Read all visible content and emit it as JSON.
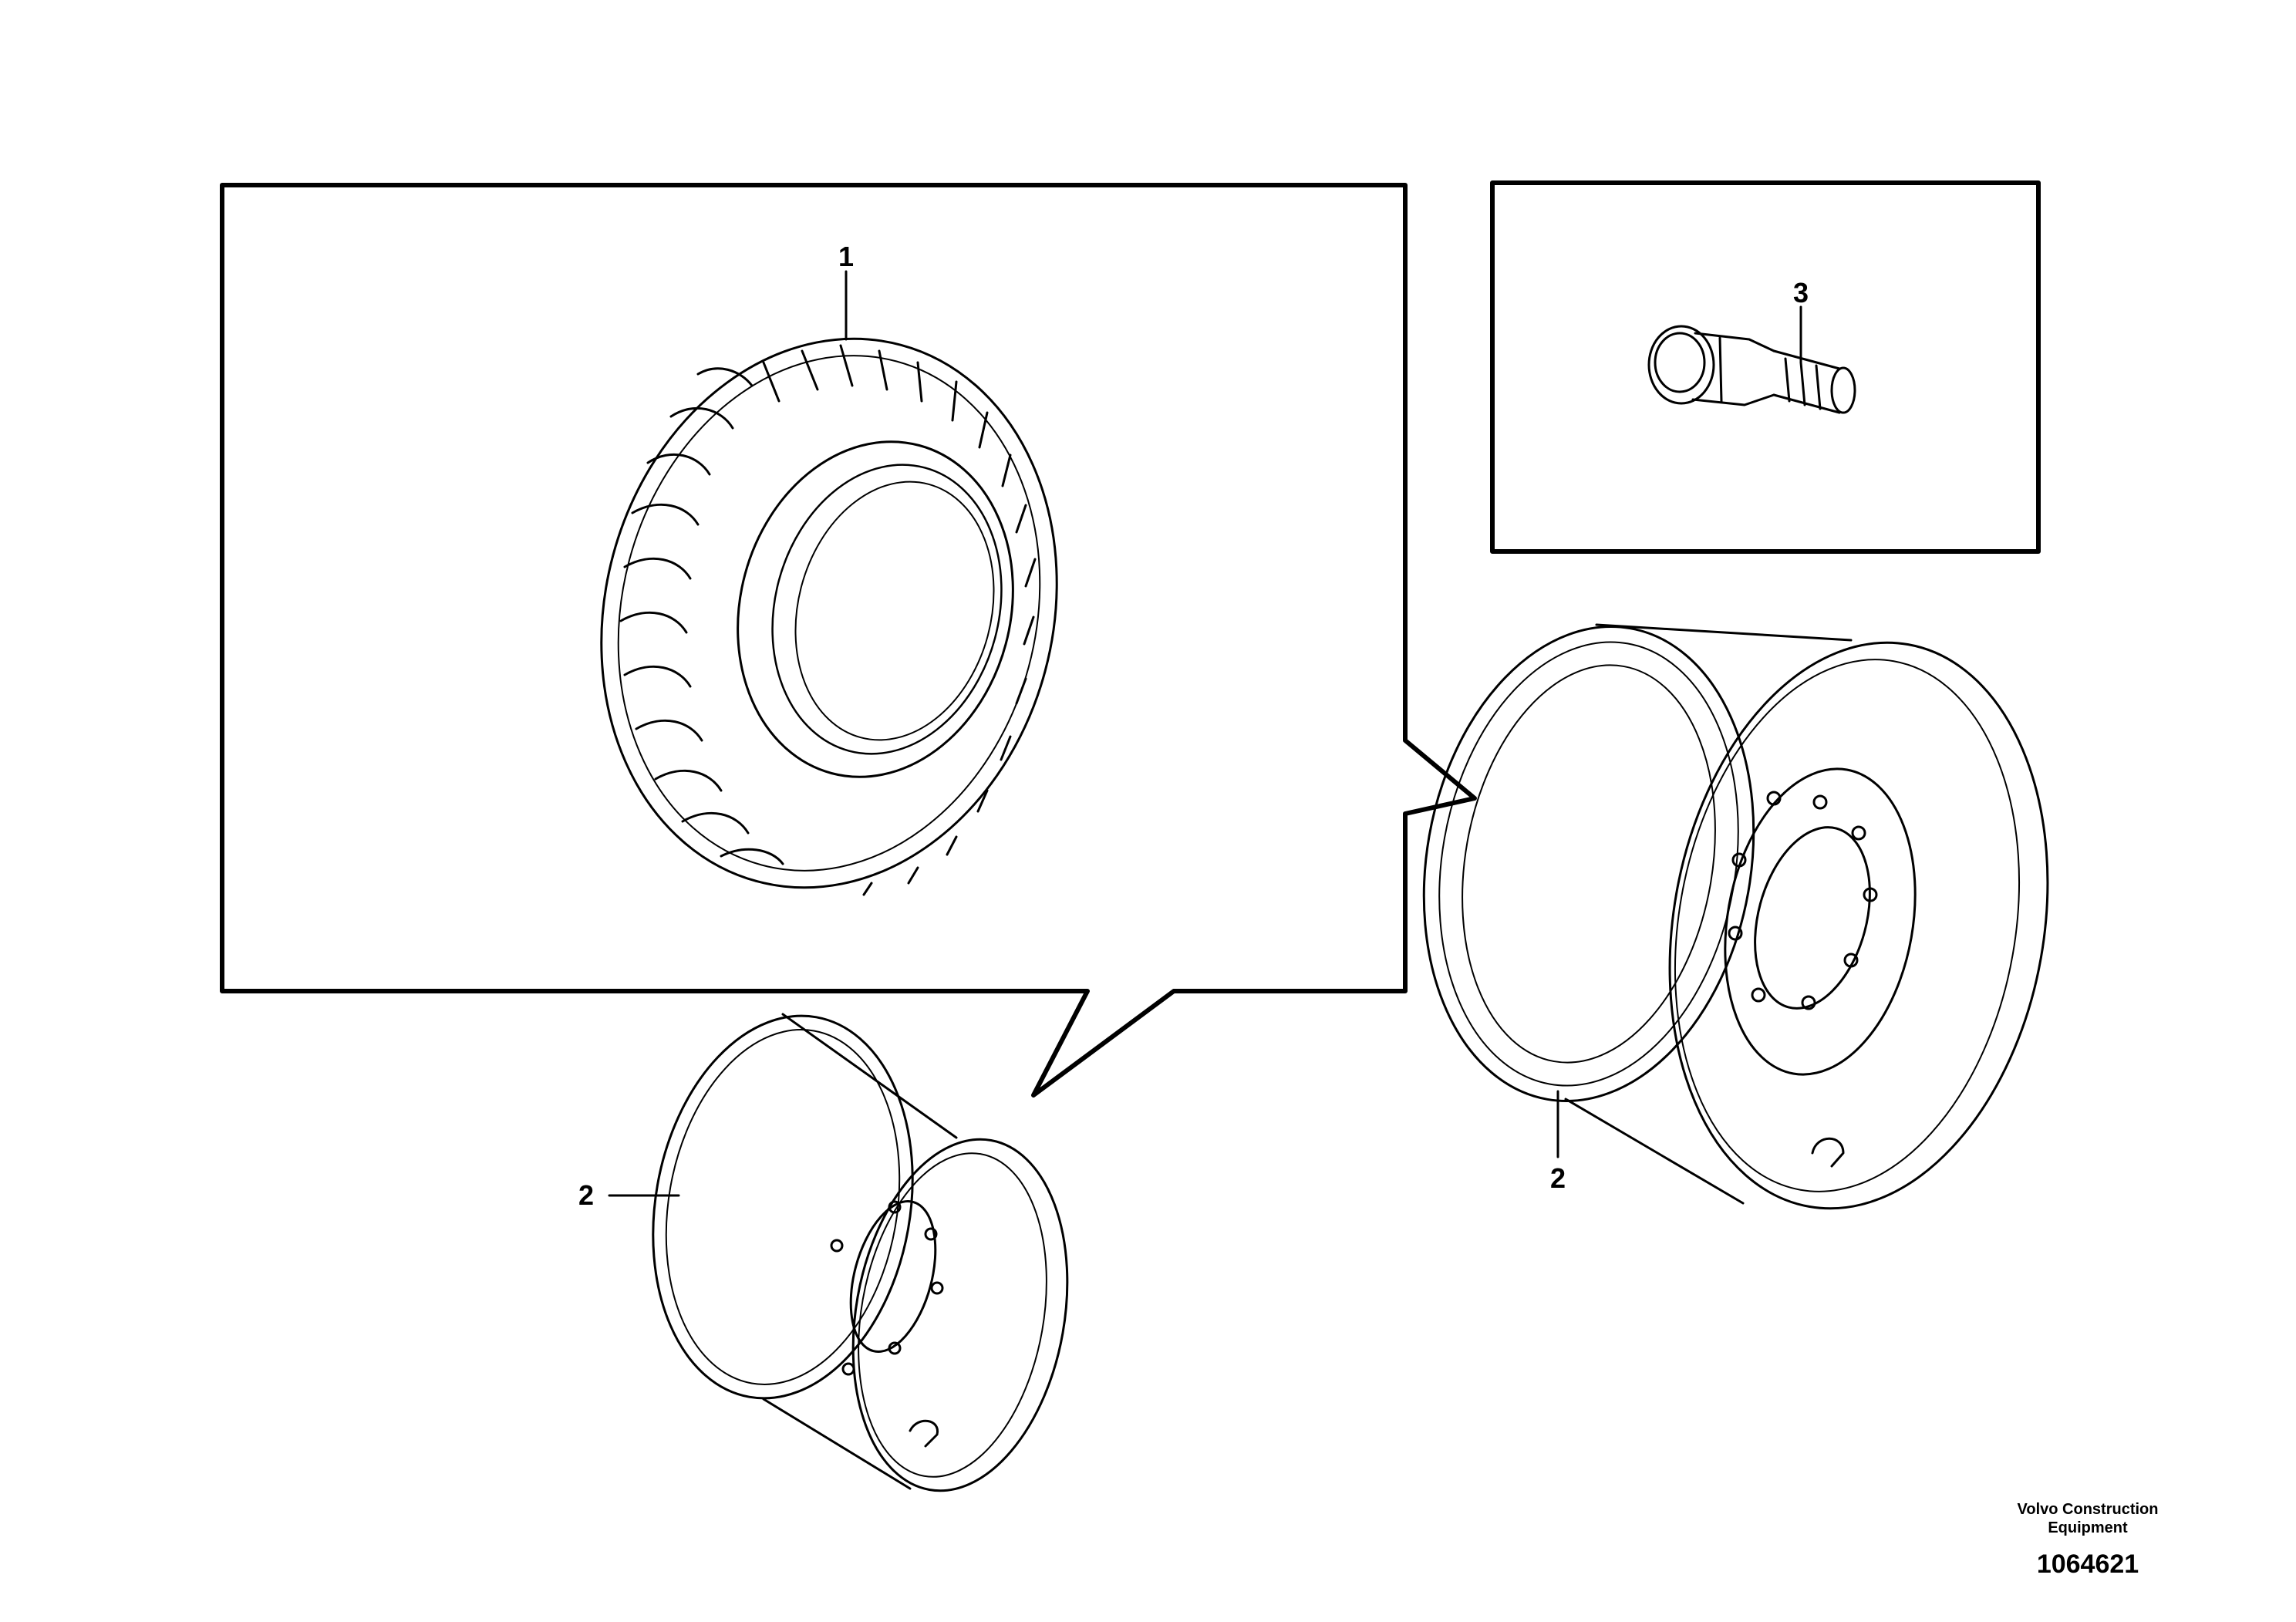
{
  "callouts": {
    "tire": "1",
    "rim_left": "2",
    "rim_right": "2",
    "bolt": "3"
  },
  "footer": {
    "company": "Volvo Construction\nEquipment",
    "drawing_number": "1064621"
  },
  "colors": {
    "line": "#000000",
    "background": "#ffffff"
  }
}
